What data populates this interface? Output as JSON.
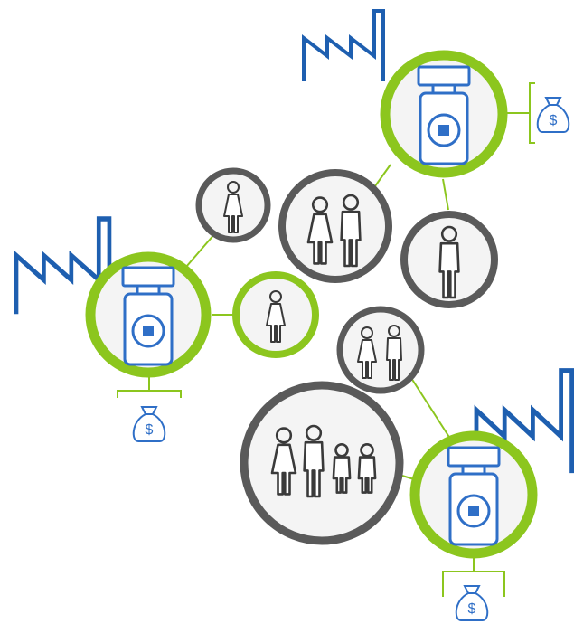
{
  "colors": {
    "factory_blue": "#1e5fb0",
    "product_blue": "#2f6fc7",
    "ring_green": "#8cc61e",
    "ring_gray": "#5a5a5a",
    "fill_light": "#f4f4f4",
    "icon_stroke": "#3a3a3a",
    "money_blue": "#2f6fc7"
  },
  "diagram": {
    "clusters": [
      {
        "name": "top-right",
        "icons": [
          "factory-icon",
          "product-jar-icon",
          "money-bag-icon"
        ],
        "connected_groups": [
          {
            "icon": "couple-icon",
            "people": 2
          },
          {
            "icon": "male-person-icon",
            "people": 1
          }
        ]
      },
      {
        "name": "left",
        "icons": [
          "factory-icon",
          "product-jar-icon",
          "money-bag-icon"
        ],
        "connected_groups": [
          {
            "icon": "female-person-icon",
            "people": 1
          },
          {
            "icon": "female-person-icon",
            "people": 1,
            "ring": "green"
          }
        ]
      },
      {
        "name": "bottom-right",
        "icons": [
          "factory-icon",
          "product-jar-icon",
          "money-bag-icon"
        ],
        "connected_groups": [
          {
            "icon": "couple-icon",
            "people": 2
          },
          {
            "icon": "family-icon",
            "people": 4
          }
        ]
      }
    ],
    "money_symbol": "$"
  }
}
